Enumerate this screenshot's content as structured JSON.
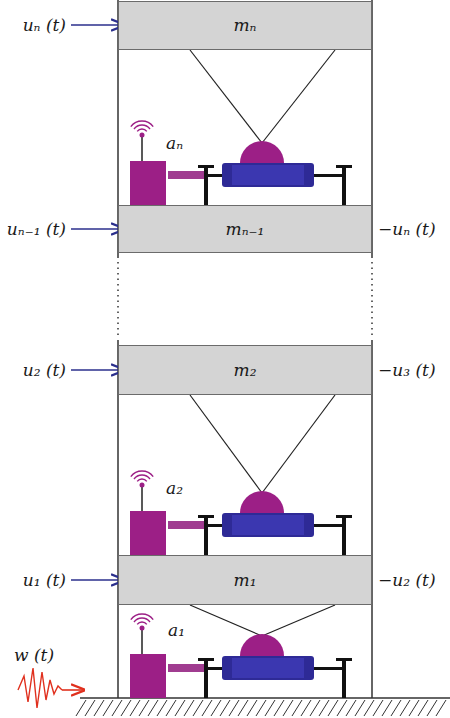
{
  "diagram": {
    "nodes": [
      {
        "text": [
          "mₙ"
        ]
      },
      {
        "text": [
          "mₙ₋₁"
        ]
      },
      {
        "text": [
          "m₂"
        ]
      },
      {
        "text": [
          "m₁"
        ]
      }
    ],
    "labels": [
      "uₙ (t)",
      "aₙ",
      "uₙ₋₁ (t)",
      "−uₙ (t)",
      "u₂ (t)",
      "−u₃ (t)",
      "a₂",
      "u₁ (t)",
      "−u₂ (t)",
      "a₁",
      "w (t)"
    ]
  }
}
